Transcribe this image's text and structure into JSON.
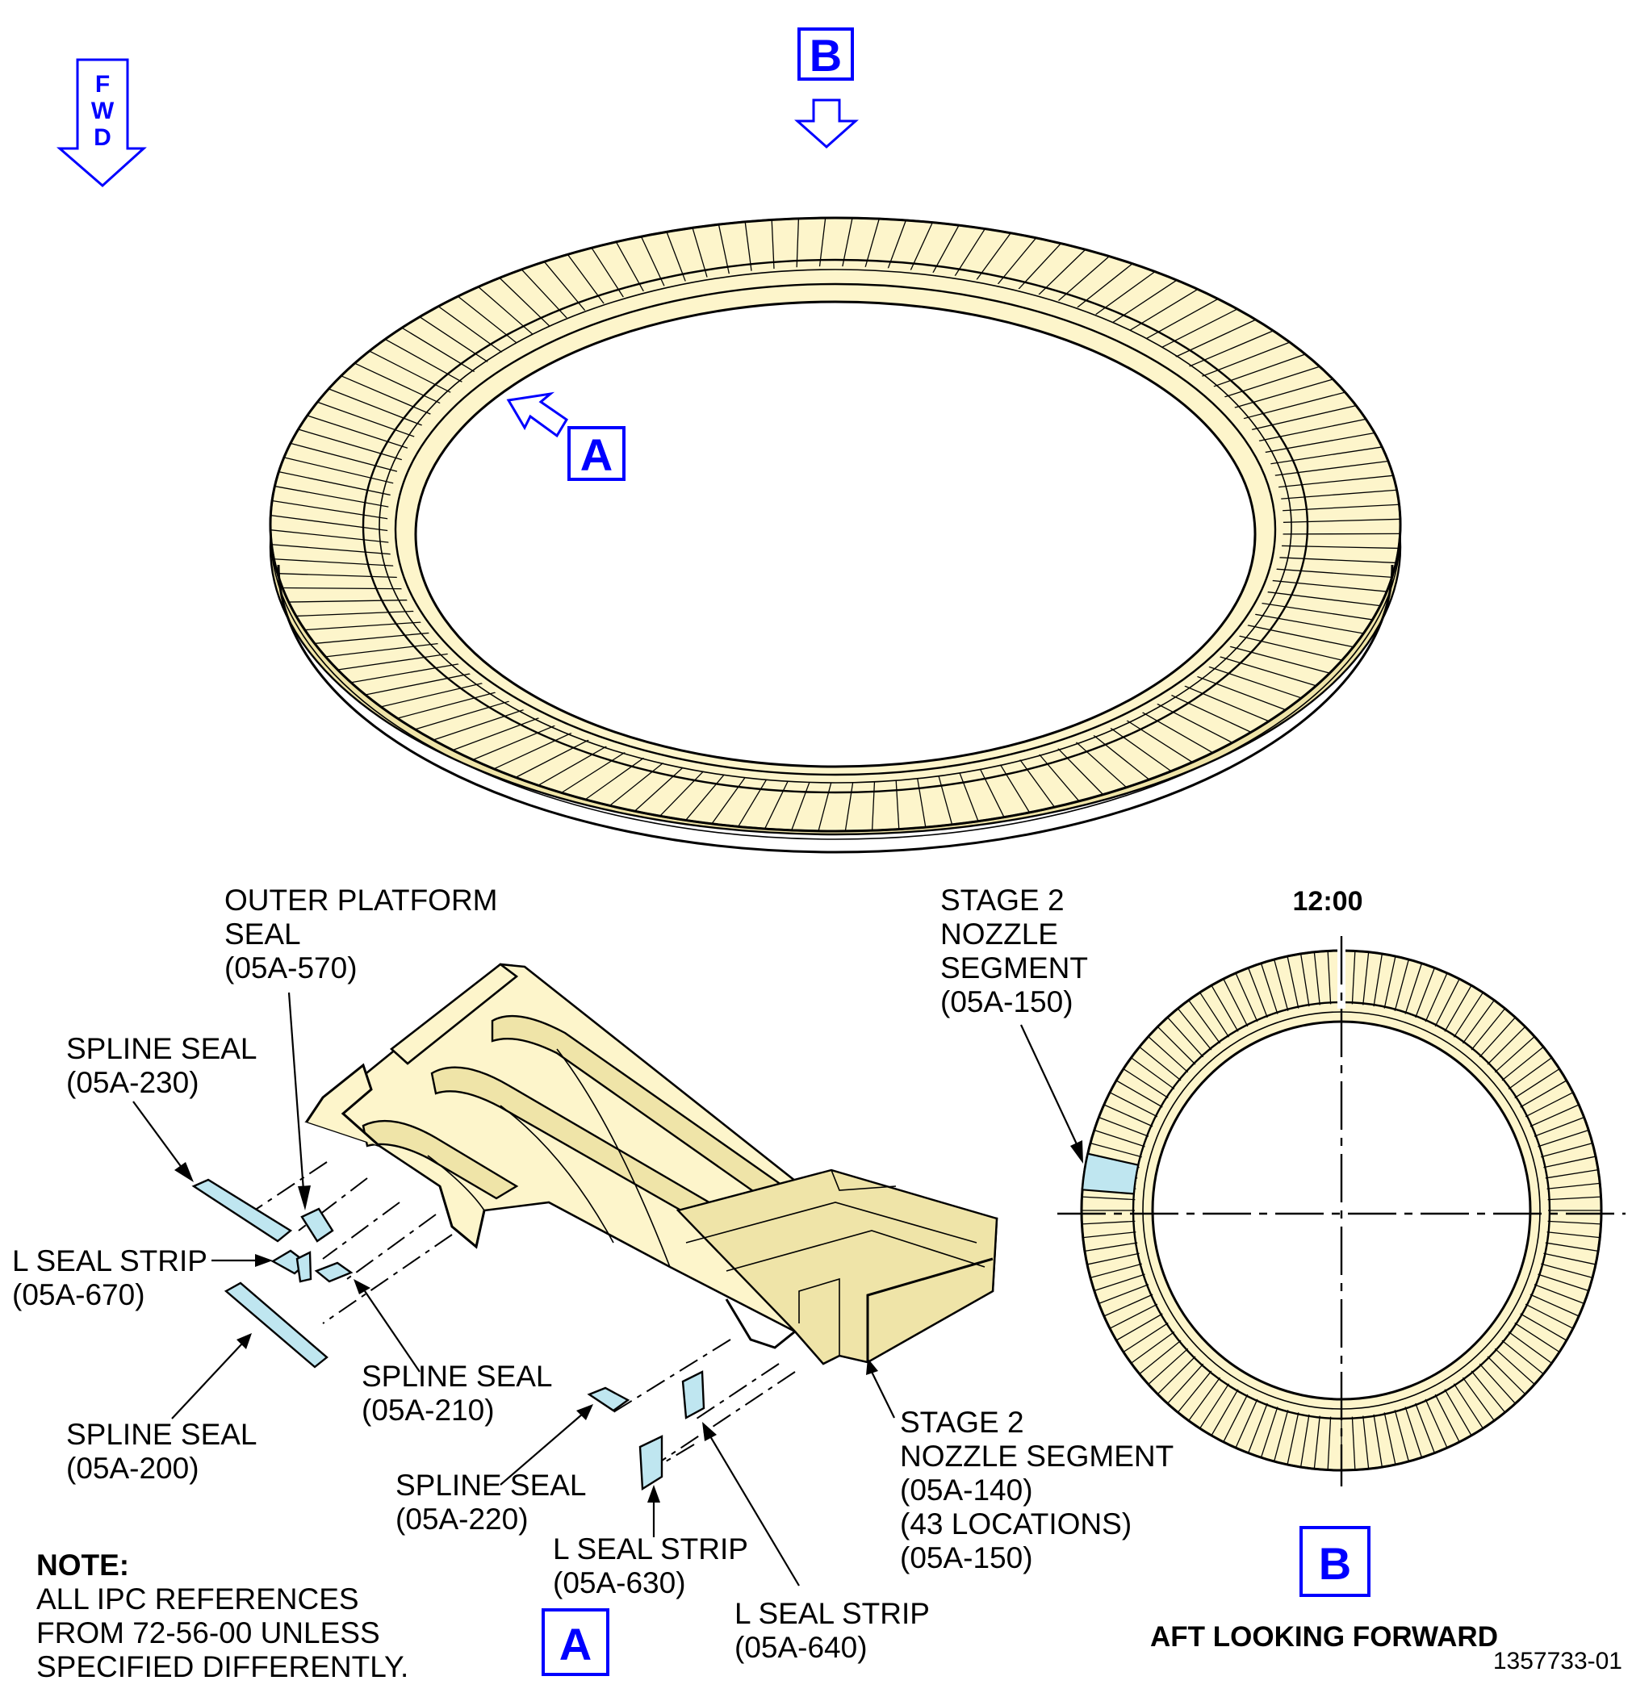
{
  "fwd_arrow": {
    "letters": [
      "F",
      "W",
      "D"
    ]
  },
  "view_markers": {
    "a_top": "A",
    "b_top": "B",
    "a_bottom": "A",
    "b_bottom": "B"
  },
  "clock_label": "12:00",
  "view_b_caption": "AFT LOOKING FORWARD",
  "labels": {
    "outer_platform_seal": [
      "OUTER PLATFORM",
      "SEAL",
      "(05A-570)"
    ],
    "spline_seal_230": [
      "SPLINE SEAL",
      "(05A-230)"
    ],
    "l_seal_strip_670": [
      "L SEAL STRIP",
      "(05A-670)"
    ],
    "spline_seal_200": [
      "SPLINE SEAL",
      "(05A-200)"
    ],
    "spline_seal_210": [
      "SPLINE SEAL",
      "(05A-210)"
    ],
    "spline_seal_220": [
      "SPLINE SEAL",
      "(05A-220)"
    ],
    "l_seal_strip_630": [
      "L SEAL STRIP",
      "(05A-630)"
    ],
    "l_seal_strip_640": [
      "L SEAL STRIP",
      "(05A-640)"
    ],
    "stage2_segment_140": [
      "STAGE 2",
      "NOZZLE SEGMENT",
      "(05A-140)",
      "(43 LOCATIONS)",
      "(05A-150)"
    ],
    "stage2_segment_150": [
      "STAGE 2",
      "NOZZLE",
      "SEGMENT",
      "(05A-150)"
    ]
  },
  "note": {
    "title": "NOTE:",
    "lines": [
      "ALL IPC REFERENCES",
      "FROM 72-56-00 UNLESS",
      "SPECIFIED DIFFERENTLY."
    ]
  },
  "figure_id": "1357733-01",
  "colors": {
    "part_fill": "#fdf5cb",
    "seal_fill": "#bfe6f0",
    "marker_blue": "#0000ff"
  }
}
